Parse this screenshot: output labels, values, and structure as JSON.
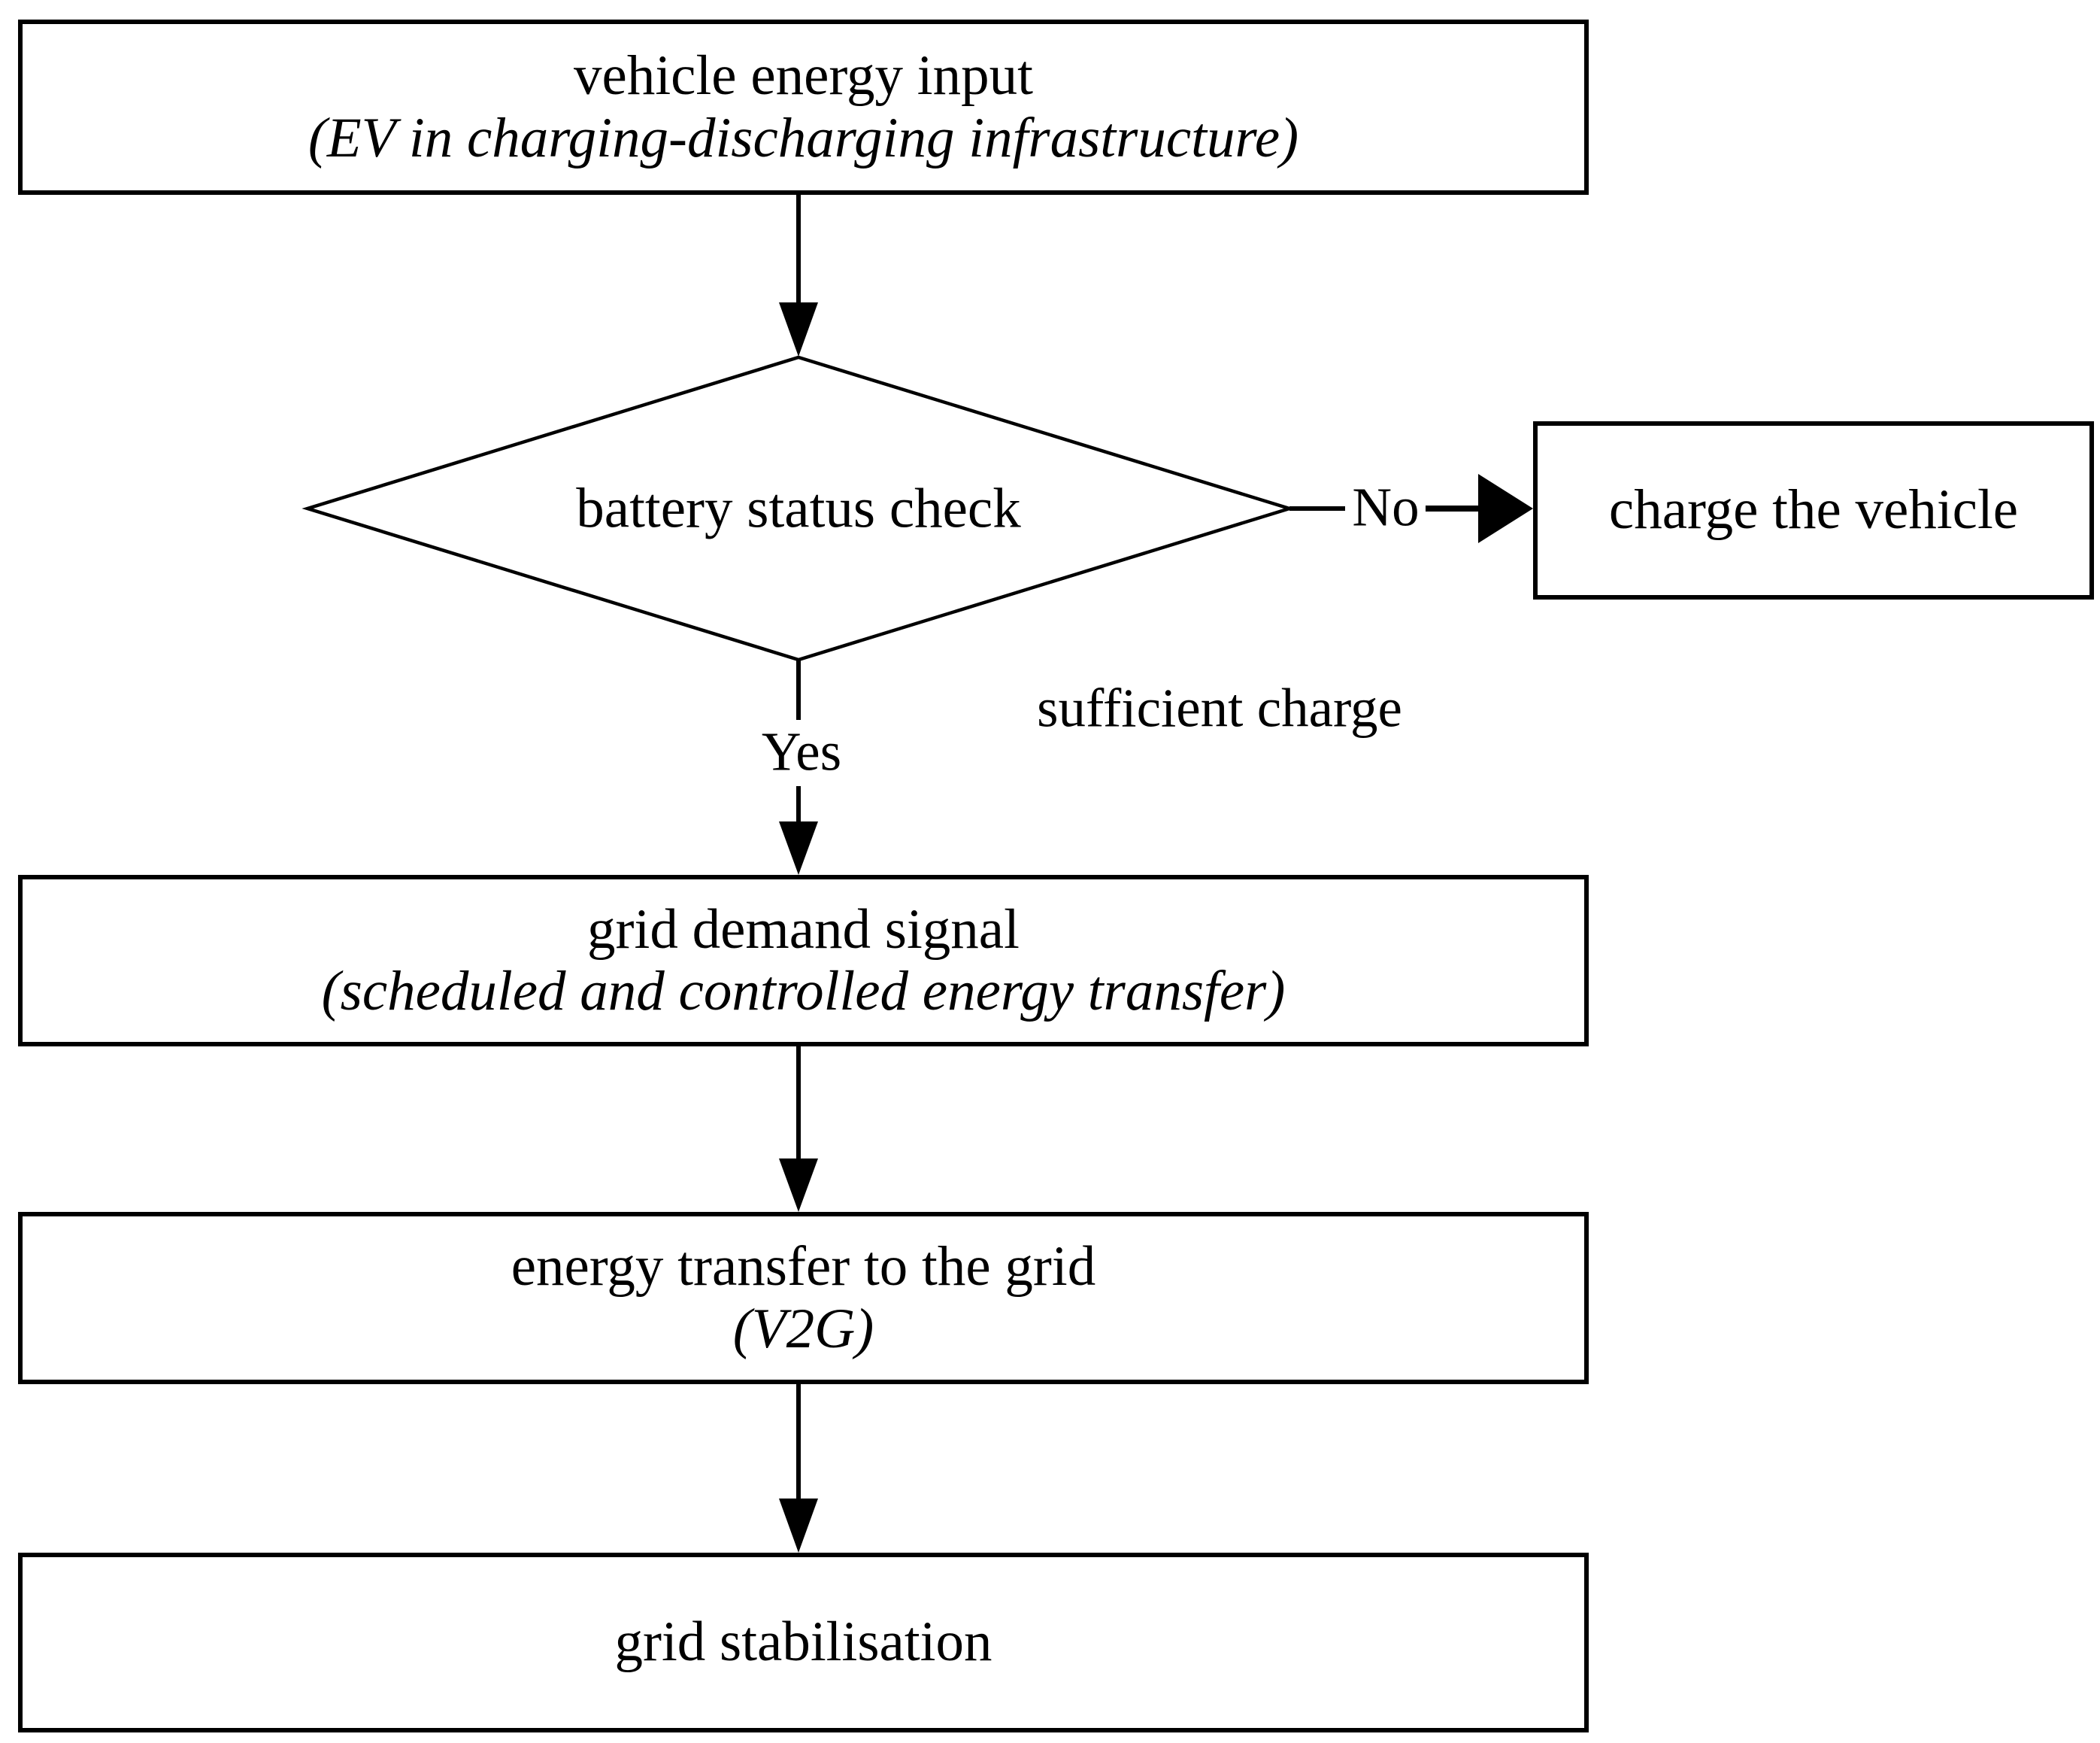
{
  "figure": {
    "background_color": "#ffffff",
    "line_color": "#000000",
    "text_color": "#000000"
  },
  "nodes": {
    "vehicle_input": {
      "type": "process",
      "title": "vehicle energy input",
      "subtitle": "(EV in charging-discharging infrastructure)"
    },
    "battery_check": {
      "type": "decision",
      "title": "battery status check"
    },
    "charge_vehicle": {
      "type": "process",
      "title": "charge the vehicle"
    },
    "grid_demand": {
      "type": "process",
      "title": "grid demand signal",
      "subtitle": "(scheduled and controlled energy transfer)"
    },
    "energy_transfer": {
      "type": "process",
      "title": "energy transfer to the grid",
      "subtitle": "(V2G)"
    },
    "grid_stabilisation": {
      "type": "process",
      "title": "grid stabilisation"
    }
  },
  "labels": {
    "no": "No",
    "yes": "Yes",
    "sufficient_charge": "sufficient charge"
  },
  "edges": [
    {
      "from": "vehicle_input",
      "to": "battery_check",
      "label": ""
    },
    {
      "from": "battery_check",
      "to": "charge_vehicle",
      "label": "No"
    },
    {
      "from": "battery_check",
      "to": "grid_demand",
      "label": "Yes",
      "condition": "sufficient charge"
    },
    {
      "from": "grid_demand",
      "to": "energy_transfer",
      "label": ""
    },
    {
      "from": "energy_transfer",
      "to": "grid_stabilisation",
      "label": ""
    }
  ]
}
